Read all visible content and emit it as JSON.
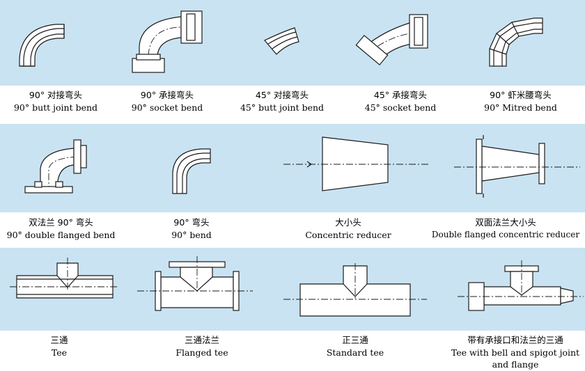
{
  "fittings": [
    {
      "zh": "90° 对接弯头",
      "en": "90°   butt joint bend"
    },
    {
      "zh": "90° 承接弯头",
      "en": "90°   socket bend"
    },
    {
      "zh": "45° 对接弯头",
      "en": "45°   butt joint bend"
    },
    {
      "zh": "45° 承接弯头",
      "en": "45°   socket bend"
    },
    {
      "zh": "90° 虾米腰弯头",
      "en": "90°   Mitred bend"
    },
    {
      "zh": "双法兰 90° 弯头",
      "en": "90°   double flanged bend"
    },
    {
      "zh": "90° 弯头",
      "en": "90°   bend"
    },
    {
      "zh": "大小头",
      "en": "Concentric reducer"
    },
    {
      "zh": "双面法兰大小头",
      "en": "Double flanged concentric reducer"
    },
    {
      "zh": "三通",
      "en": "Tee"
    },
    {
      "zh": "三通法兰",
      "en": "Flanged tee"
    },
    {
      "zh": "正三通",
      "en": "Standard tee"
    },
    {
      "zh": "带有承接口和法兰的三通",
      "en": "Tee with bell and spigot joint",
      "en2": "and flange"
    }
  ]
}
